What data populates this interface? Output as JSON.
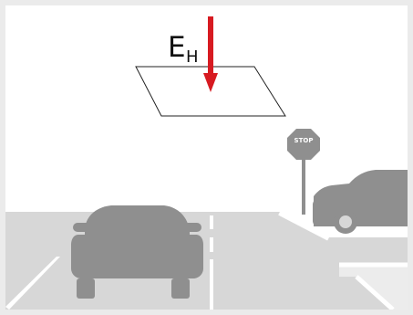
{
  "diagram": {
    "symbol": "E",
    "subscript": "H",
    "sign_text": "STOP",
    "colors": {
      "arrow": "#d71a21",
      "road": "#d7d7d7",
      "car": "#8f8f8f",
      "line": "#222222",
      "marking": "#ffffff",
      "sign": "#8f8f8f",
      "frame": "#ebebeb"
    }
  }
}
